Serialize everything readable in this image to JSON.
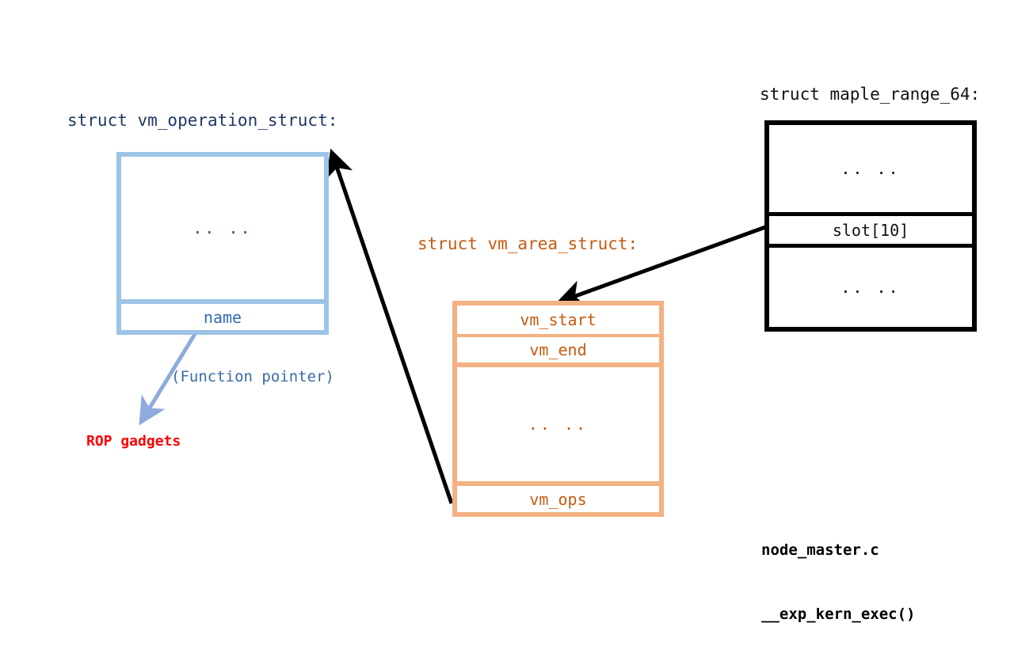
{
  "diagram": {
    "title_vm_operation": "struct vm_operation_struct:",
    "title_vm_area": "struct vm_area_struct:",
    "title_maple_range": "struct maple_range_64:",
    "ellipsis": ".. ..",
    "vm_operation_struct": {
      "label": "struct vm_operation_struct:",
      "rows": [
        {
          "text": ".. ..",
          "kind": "ellipsis"
        },
        {
          "text": "name",
          "kind": "field"
        }
      ]
    },
    "vm_area_struct": {
      "label": "struct vm_area_struct:",
      "rows": [
        {
          "text": "vm_start",
          "kind": "field"
        },
        {
          "text": "vm_end",
          "kind": "field"
        },
        {
          "text": ".. ..",
          "kind": "ellipsis"
        },
        {
          "text": "vm_ops",
          "kind": "field"
        }
      ]
    },
    "maple_range_64": {
      "label": "struct maple_range_64:",
      "rows": [
        {
          "text": ".. ..",
          "kind": "ellipsis"
        },
        {
          "text": "slot[10]",
          "kind": "field"
        },
        {
          "text": ".. ..",
          "kind": "ellipsis"
        }
      ]
    },
    "annotations": {
      "function_pointer": "(Function pointer)",
      "rop_gadgets": "ROP gadgets",
      "source_file": "node_master.c",
      "source_function": "__exp_kern_exec()"
    },
    "arrows": [
      {
        "name": "name-to-rop-arrow",
        "from": "vm_operation_struct.name",
        "to": "ROP gadgets",
        "color": "#8FAADC"
      },
      {
        "name": "vmops-to-vm-operation-struct-arrow",
        "from": "vm_area_struct.vm_ops",
        "to": "struct vm_operation_struct",
        "color": "#000000"
      },
      {
        "name": "slot-to-vm-area-struct-arrow",
        "from": "maple_range_64.slot[10]",
        "to": "struct vm_area_struct",
        "color": "#000000"
      }
    ],
    "colors": {
      "blue_border": "#9DC3E6",
      "blue_text": "#2E6CB0",
      "blue_title": "#1F3864",
      "orange_border": "#F4B183",
      "orange_text": "#C55A11",
      "black": "#000000",
      "red": "#FF0000",
      "blue_arrow": "#8FAADC"
    }
  }
}
